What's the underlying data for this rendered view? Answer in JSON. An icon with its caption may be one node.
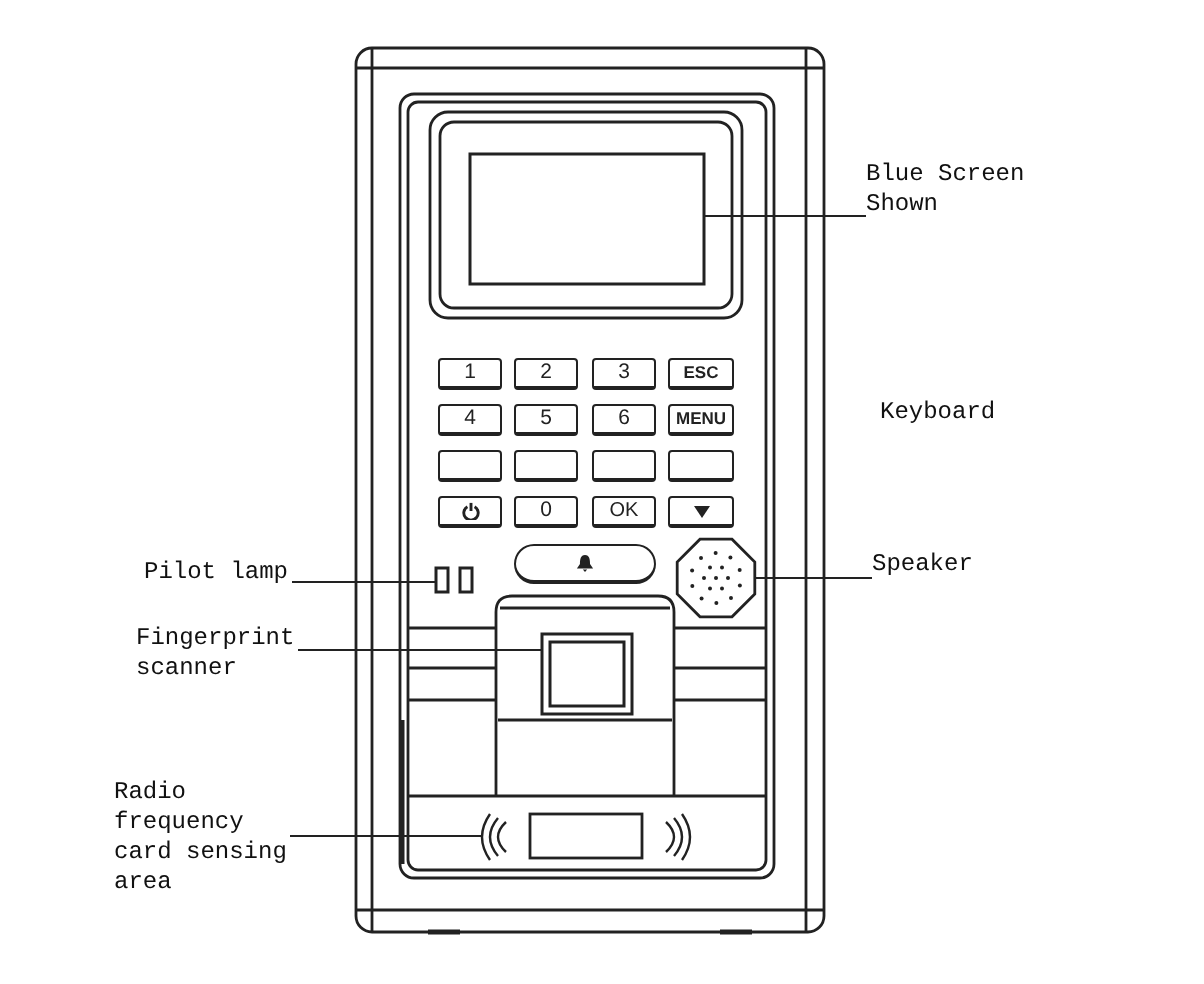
{
  "diagram": {
    "nodes": [
      {
        "text": [
          "Blue Screen Shown"
        ]
      },
      {
        "text": [],
        "shape": "box"
      },
      {
        "text": [
          "Pilot lamp"
        ]
      },
      {
        "text": [],
        "shape": "box"
      },
      {
        "text": [
          "Speaker"
        ]
      },
      {
        "text": [],
        "shape": "octagon"
      },
      {
        "text": [
          "Fingerprint scanner"
        ]
      },
      {
        "text": [],
        "shape": "box"
      },
      {
        "text": [
          "Radio frequency card sensing area"
        ]
      },
      {
        "text": [],
        "shape": "picture"
      }
    ],
    "edges": [
      {
        "from": 0,
        "to": 1,
        "arrow": "none"
      },
      {
        "from": 2,
        "to": 3,
        "arrow": "none"
      },
      {
        "from": 4,
        "to": 5,
        "arrow": "none"
      },
      {
        "from": 6,
        "to": 7,
        "arrow": "none"
      },
      {
        "from": 8,
        "to": 9,
        "arrow": "none"
      }
    ],
    "labels": [
      "1",
      "2",
      "3",
      "ESC",
      "4",
      "5",
      "6",
      "MENU",
      "Keyboard",
      "0",
      "OK"
    ]
  }
}
